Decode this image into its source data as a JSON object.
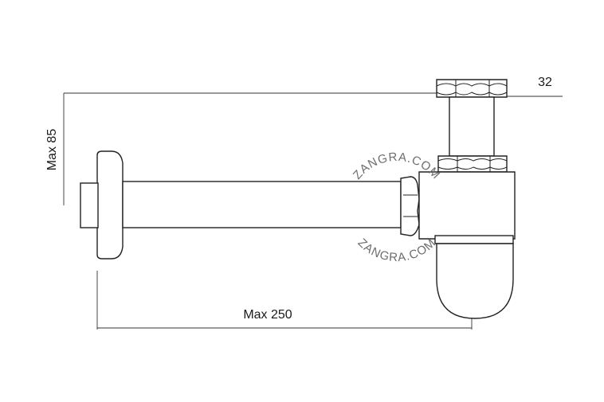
{
  "diagram": {
    "dimensions": {
      "height_label": "Max 85",
      "length_label": "Max 250",
      "diameter_label": "32"
    },
    "watermark": {
      "top_arc": "ZANGRA.COM",
      "bottom_arc": "ZANGRA.COM"
    }
  }
}
